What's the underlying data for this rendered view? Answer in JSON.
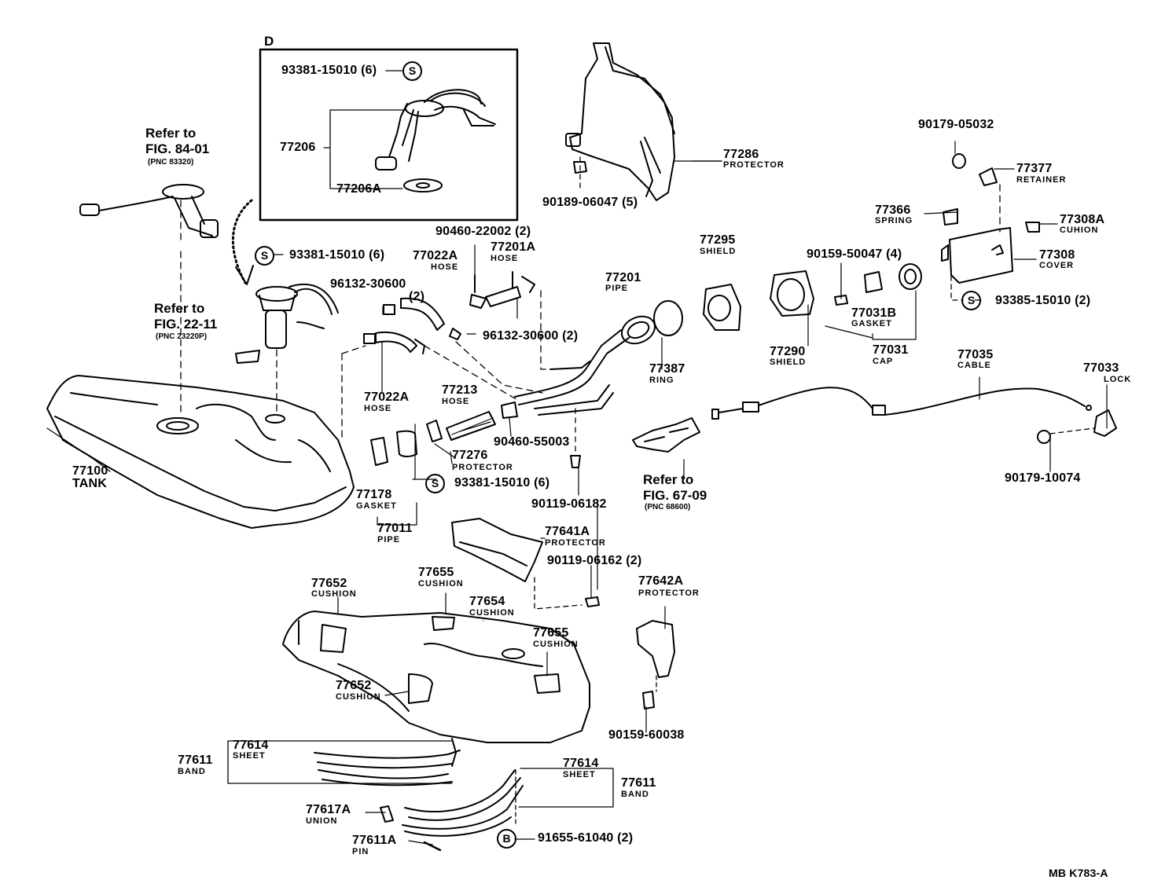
{
  "section_label": "D",
  "footer_code": "MB  K783-A",
  "symbols": {
    "s": "S",
    "b": "B"
  },
  "parts": {
    "p93381_d": "93381-15010 (6)",
    "p77206": "77206",
    "p77206A": "77206A",
    "p77286": "77286",
    "p77286_name": "PROTECTOR",
    "p90189": "90189-06047 (5)",
    "p90179_05032": "90179-05032",
    "p77377": "77377",
    "p77377_name": "RETAINER",
    "p77366": "77366",
    "p77366_name": "SPRING",
    "p77308A": "77308A",
    "p77308A_name": "CUHION",
    "p77308": "77308",
    "p77308_name": "COVER",
    "p93385": "93385-15010 (2)",
    "p90460_22002": "90460-22002 (2)",
    "p77022A_top": "77022A",
    "p77022A_top_name": "HOSE",
    "p77201A": "77201A",
    "p77201A_name": "HOSE",
    "p93381_main": "93381-15010 (6)",
    "p96132_a": "96132-30600",
    "p96132_a_qty": "(2)",
    "p96132_b": "96132-30600 (2)",
    "p77201": "77201",
    "p77201_name": "PIPE",
    "p77295": "77295",
    "p77295_name": "SHIELD",
    "p90159_50047": "90159-50047 (4)",
    "p77031B": "77031B",
    "p77031B_name": "GASKET",
    "p77290": "77290",
    "p77290_name": "SHIELD",
    "p77031": "77031",
    "p77031_name": "CAP",
    "p77387": "77387",
    "p77387_name": "RING",
    "p77035": "77035",
    "p77035_name": "CABLE",
    "p77033": "77033",
    "p77033_name": "LOCK",
    "p77022A_bot": "77022A",
    "p77022A_bot_name": "HOSE",
    "p77213": "77213",
    "p77213_name": "HOSE",
    "p90460_55003": "90460-55003",
    "p77276": "77276",
    "p77276_name": "PROTECTOR",
    "p93381_low": "93381-15010 (6)",
    "p90119_06182": "90119-06182",
    "p90179_10074": "90179-10074",
    "p77100": "77100",
    "p77100_name": "TANK",
    "p77178": "77178",
    "p77178_name": "GASKET",
    "p77011": "77011",
    "p77011_name": "PIPE",
    "p77641A": "77641A",
    "p77641A_name": "PROTECTOR",
    "p90119_06162": "90119-06162 (2)",
    "p77642A": "77642A",
    "p77642A_name": "PROTECTOR",
    "p77652_a": "77652",
    "p77652_a_name": "CUSHION",
    "p77655_a": "77655",
    "p77655_a_name": "CUSHION",
    "p77654": "77654",
    "p77654_name": "CUSHION",
    "p77655_b": "77655",
    "p77655_b_name": "CUSHION",
    "p77652_b": "77652",
    "p77652_b_name": "CUSHION",
    "p90159_60038": "90159-60038",
    "p77614_a": "77614",
    "p77614_a_name": "SHEET",
    "p77611_a": "77611",
    "p77611_a_name": "BAND",
    "p77614_b": "77614",
    "p77614_b_name": "SHEET",
    "p77611_b": "77611",
    "p77611_b_name": "BAND",
    "p77617A": "77617A",
    "p77617A_name": "UNION",
    "p91655": "91655-61040 (2)",
    "p77611A": "77611A",
    "p77611A_name": "PIN"
  },
  "refs": {
    "r84_a": "Refer to",
    "r84_b": "FIG. 84-01",
    "r84_c": "(PNC 83320)",
    "r22_a": "Refer to",
    "r22_b": "FIG. 22-11",
    "r22_c": "(PNC 23220P)",
    "r67_a": "Refer to",
    "r67_b": "FIG. 67-09",
    "r67_c": "(PNC  68600)"
  }
}
